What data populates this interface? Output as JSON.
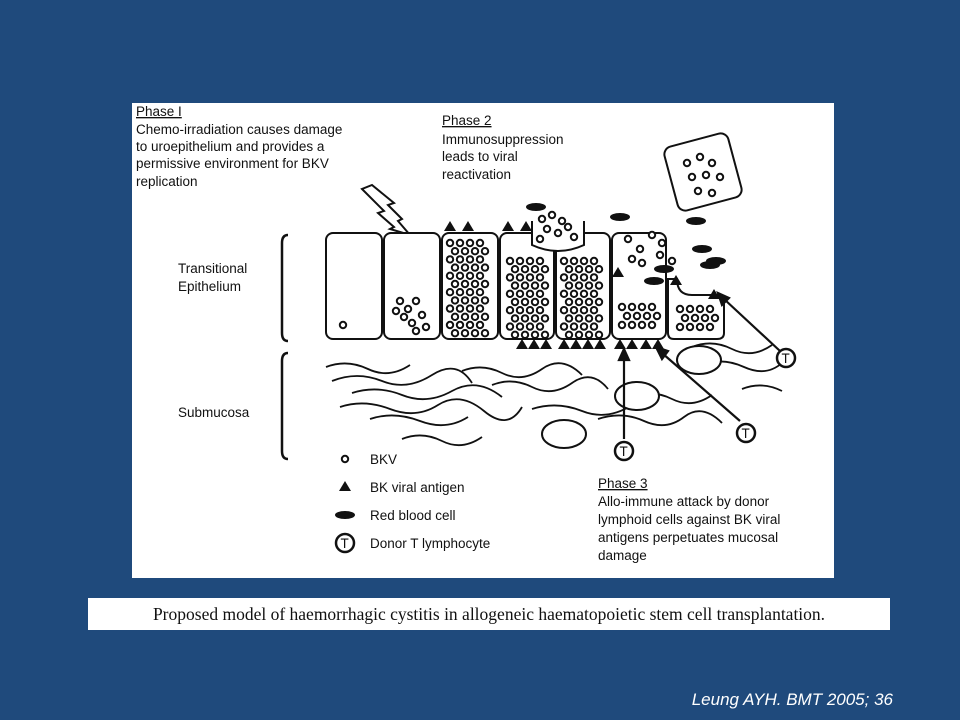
{
  "phase1": {
    "title": "Phase I",
    "lines": [
      "Chemo-irradiation causes damage",
      "to uroepithelium and provides a",
      "permissive environment for BKV",
      "replication"
    ]
  },
  "phase2": {
    "title": "Phase 2",
    "lines": [
      "Immunosuppression",
      "leads to viral",
      "reactivation"
    ]
  },
  "phase3": {
    "title": "Phase 3",
    "lines": [
      "Allo-immune attack by donor",
      "lymphoid cells against BK viral",
      "antigens perpetuates mucosal",
      "damage"
    ]
  },
  "layers": {
    "epithelium": [
      "Transitional",
      "Epithelium"
    ],
    "submucosa": "Submucosa"
  },
  "legend": {
    "bkv": "BKV",
    "antigen": "BK viral antigen",
    "rbc": "Red blood cell",
    "tcell": "Donor T lymphocyte"
  },
  "tcell_letter": "T",
  "caption": "Proposed model of haemorrhagic cystitis in allogeneic haematopoietic stem cell transplantation.",
  "citation": "Leung AYH. BMT 2005; 36",
  "colors": {
    "background": "#1f4a7c",
    "figure": "#ffffff",
    "ink": "#111111"
  }
}
